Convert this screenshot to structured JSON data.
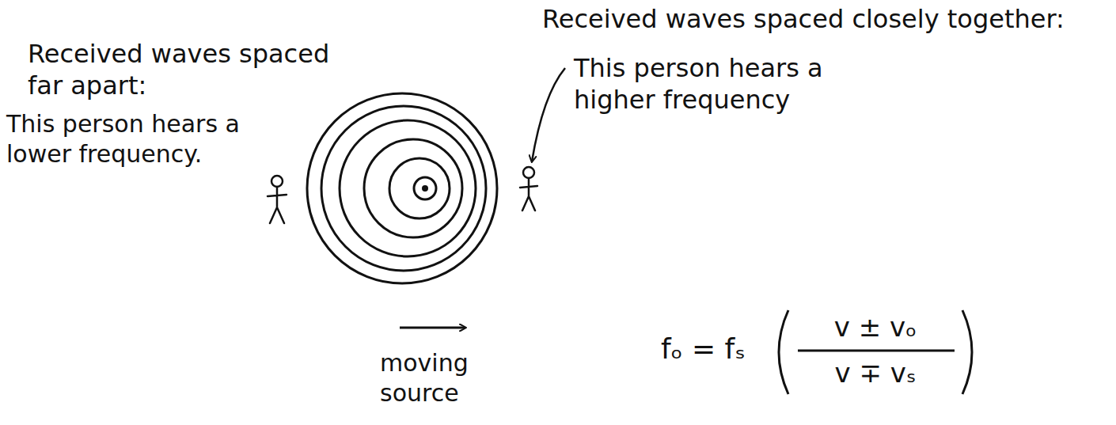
{
  "diagram": {
    "labels": [
      "Received waves spaced far apart:",
      "This person hears a lower frequency.",
      "Received waves spaced closely together:",
      "This person hears a higher frequency",
      "moving source",
      "fₒ = fₛ",
      "v ± vₒ",
      "v ∓ vₛ"
    ]
  }
}
